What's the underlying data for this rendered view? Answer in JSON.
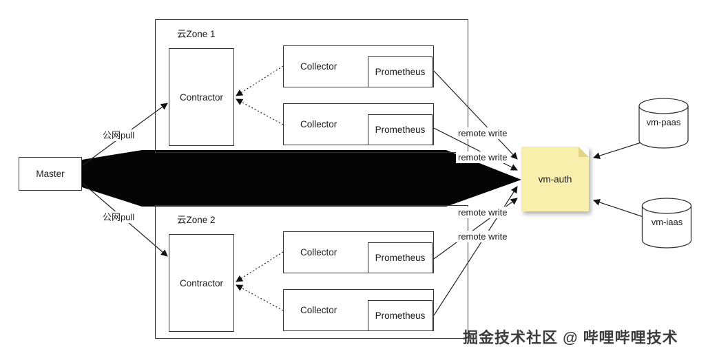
{
  "diagram": {
    "master_label": "Master",
    "pull_labels": [
      "公网pull",
      "公网pull"
    ],
    "zones": [
      {
        "title": "云Zone 1",
        "contractor_label": "Contractor",
        "rows": [
          {
            "collector_label": "Collector",
            "prometheus_label": "Prometheus"
          },
          {
            "collector_label": "Collector",
            "prometheus_label": "Prometheus"
          }
        ]
      },
      {
        "title": "云Zone 2",
        "contractor_label": "Contractor",
        "rows": [
          {
            "collector_label": "Collector",
            "prometheus_label": "Prometheus"
          },
          {
            "collector_label": "Collector",
            "prometheus_label": "Prometheus"
          }
        ]
      }
    ],
    "remote_write_labels": [
      "remote write",
      "remote write",
      "remote write",
      "remote write"
    ],
    "vm_auth_label": "vm-auth",
    "databases": [
      {
        "label": "vm-paas"
      },
      {
        "label": "vm-iaas"
      }
    ],
    "watermark": "掘金技术社区 @ 哔哩哔哩技术",
    "colors": {
      "band": "#050505",
      "line": "#1a1a1a",
      "box_border": "#333333",
      "sticky": "#F9EFAD",
      "sticky_fold": "#E4D488"
    }
  }
}
